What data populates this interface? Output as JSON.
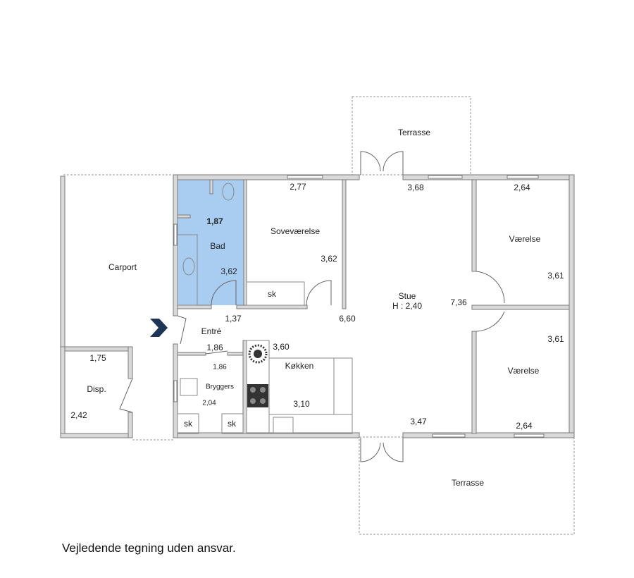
{
  "rooms": {
    "terrasse_top": "Terrasse",
    "terrasse_bottom": "Terrasse",
    "carport": "Carport",
    "disp": "Disp.",
    "bad": "Bad",
    "sovevaerelse": "Soveværelse",
    "entre": "Entré",
    "bryggers": "Bryggers",
    "kokken": "Køkken",
    "stue": "Stue",
    "stue_height": "H : 2,40",
    "vaerelse_1": "Værelse",
    "vaerelse_2": "Værelse"
  },
  "dimensions": {
    "bad_w": "1,87",
    "bad_l": "3,62",
    "sove_w": "2,77",
    "sove_l": "3,62",
    "entre_w": "1,37",
    "entre_l": "1,86",
    "bryggers_w": "1,86",
    "bryggers_l": "2,04",
    "kokken_w": "3,60",
    "kokken_l": "3,10",
    "stue_top": "3,68",
    "stue_left": "6,60",
    "stue_right": "7,36",
    "stue_bottom": "3,47",
    "v1_w": "2,64",
    "v1_l": "3,61",
    "v2_w": "2,64",
    "v2_l": "3,61",
    "disp_w": "1,75",
    "disp_l": "2,42"
  },
  "fixtures": {
    "sk1": "sk",
    "sk2": "sk",
    "sk3": "sk"
  },
  "caption": "Vejledende tegning uden ansvar.",
  "colors": {
    "bath": "#a9cdf0",
    "wall": "#d9d9d9",
    "wall_edge": "#7a7a7a",
    "arrow": "#1f3558"
  }
}
